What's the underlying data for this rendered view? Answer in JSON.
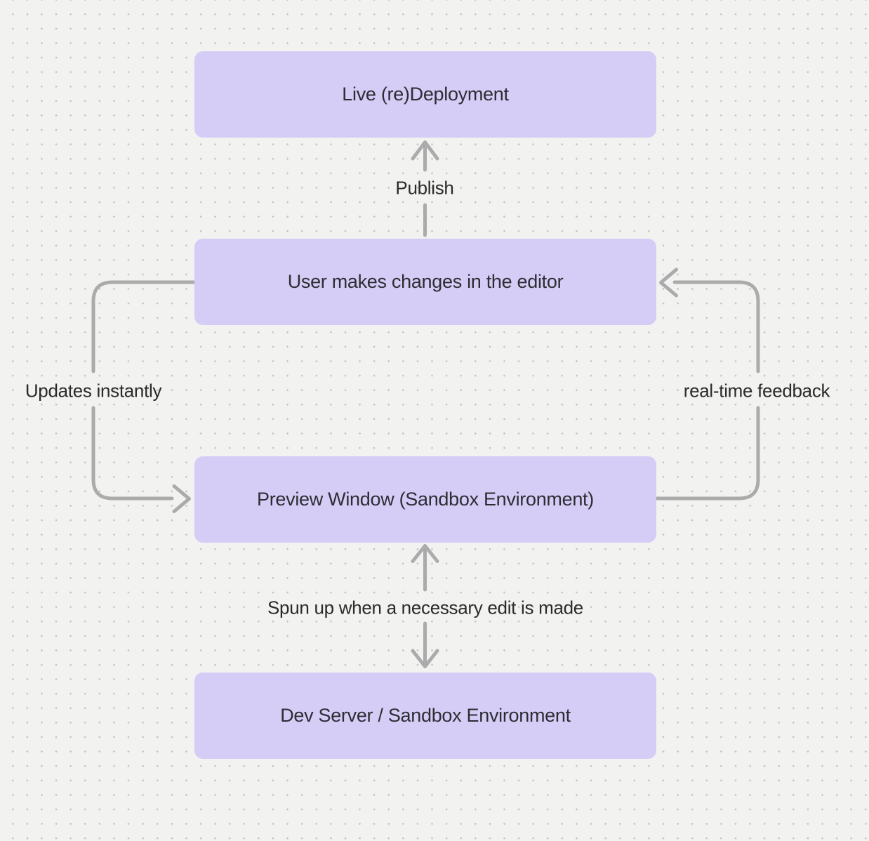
{
  "canvas": {
    "background_color": "#f2f2f1",
    "dot_color": "#c6c4c4",
    "node_fill_color": "#d6cdf7",
    "arrow_color": "#ababab",
    "node_text_color": "#2d2d33",
    "label_text_color": "#2b2b2b"
  },
  "nodes": [
    {
      "id": "live-redeployment",
      "label": "Live (re)Deployment"
    },
    {
      "id": "user-editor",
      "label": "User makes changes in the editor"
    },
    {
      "id": "preview-window",
      "label": "Preview Window (Sandbox Environment)"
    },
    {
      "id": "dev-server",
      "label": "Dev Server / Sandbox Environment"
    }
  ],
  "edges": [
    {
      "label": "Publish",
      "from": "User makes changes in the editor",
      "to": "Live (re)Deployment",
      "direction": "up"
    },
    {
      "label": "Updates instantly",
      "from": "User makes changes in the editor",
      "to": "Preview Window (Sandbox Environment)",
      "direction": "down-left-loop"
    },
    {
      "label": "real-time feedback",
      "from": "Preview Window (Sandbox Environment)",
      "to": "User makes changes in the editor",
      "direction": "up-right-loop"
    },
    {
      "label": "Spun up when a necessary edit is made",
      "from": "Preview Window (Sandbox Environment)",
      "to": "Dev Server / Sandbox Environment",
      "direction": "bidirectional"
    }
  ]
}
